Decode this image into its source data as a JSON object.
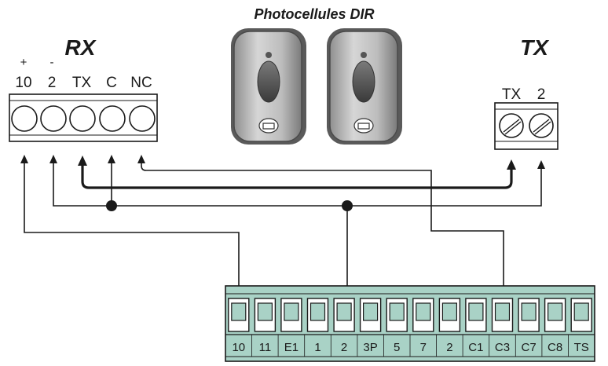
{
  "title": "Photocellules DIR",
  "rx": {
    "label": "RX",
    "signs": [
      "+",
      "-"
    ],
    "terminals": [
      "10",
      "2",
      "TX",
      "C",
      "NC"
    ]
  },
  "tx": {
    "label": "TX",
    "terminals": [
      "TX",
      "2"
    ]
  },
  "board": {
    "terminals": [
      "10",
      "11",
      "E1",
      "1",
      "2",
      "3P",
      "5",
      "7",
      "2",
      "C1",
      "C3",
      "C7",
      "C8",
      "TS"
    ]
  },
  "colors": {
    "line": "#1a1a1a",
    "board_fill": "#a9d2c6",
    "block_fill": "#ffffff"
  }
}
